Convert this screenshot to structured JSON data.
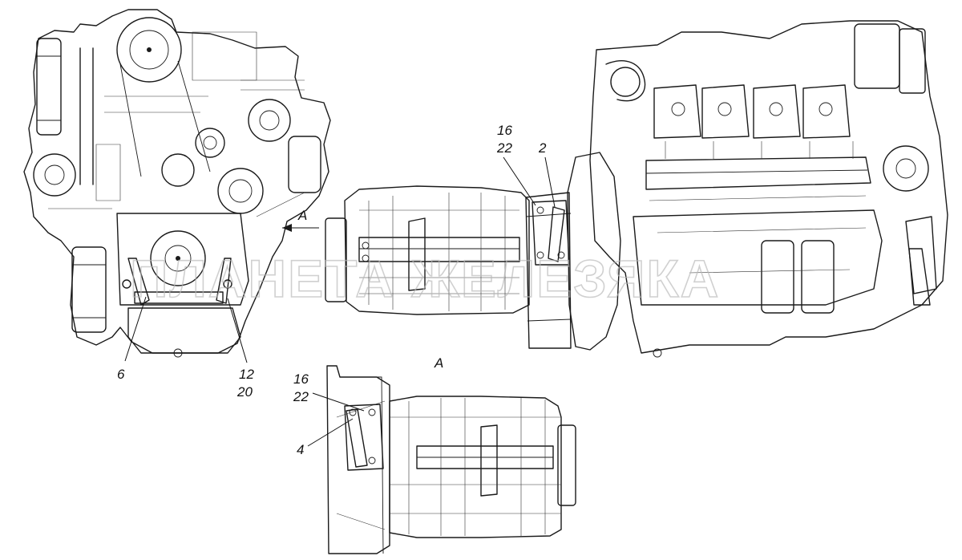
{
  "labels": {
    "front_bracket_left": "6",
    "front_bracket_right_a": "12",
    "front_bracket_right_b": "20",
    "side_top_a": "16",
    "side_top_b": "22",
    "side_top_c": "2",
    "view_arrow": "A",
    "view_title": "A",
    "view_a_top_a": "16",
    "view_a_top_b": "22",
    "view_a_left": "4"
  },
  "watermark": "ПЛАНЕТА ЖЕЛЕЗЯКА"
}
